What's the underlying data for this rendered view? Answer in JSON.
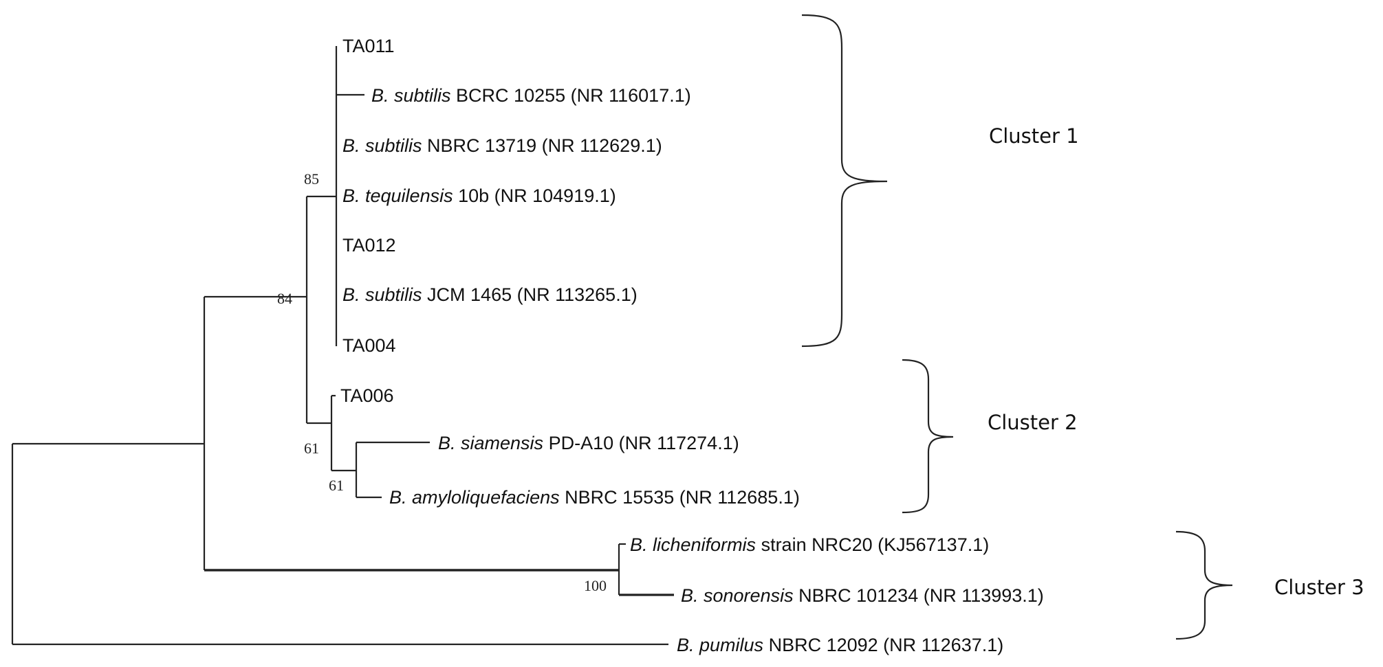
{
  "tree": {
    "taxa": [
      {
        "id": "ta011",
        "species": "",
        "strain": "TA011"
      },
      {
        "id": "subtilis-bcrc",
        "species": "B. subtilis",
        "strain": " BCRC 10255 (NR 116017.1)"
      },
      {
        "id": "subtilis-nbrc",
        "species": "B. subtilis",
        "strain": " NBRC 13719 (NR 112629.1)"
      },
      {
        "id": "tequilensis",
        "species": "B. tequilensis",
        "strain": " 10b (NR 104919.1)"
      },
      {
        "id": "ta012",
        "species": "",
        "strain": "TA012"
      },
      {
        "id": "subtilis-jcm",
        "species": "B. subtilis",
        "strain": " JCM 1465 (NR 113265.1)"
      },
      {
        "id": "ta004",
        "species": "",
        "strain": "TA004"
      },
      {
        "id": "ta006",
        "species": "",
        "strain": "TA006"
      },
      {
        "id": "siamensis",
        "species": "B. siamensis",
        "strain": " PD-A10 (NR 117274.1)"
      },
      {
        "id": "amyloliquefaciens",
        "species": "B. amyloliquefaciens",
        "strain": " NBRC 15535 (NR 112685.1)"
      },
      {
        "id": "licheniformis",
        "species": "B. licheniformis",
        "strain": " strain NRC20 (KJ567137.1)"
      },
      {
        "id": "sonorensis",
        "species": "B. sonorensis",
        "strain": " NBRC 101234 (NR 113993.1)"
      },
      {
        "id": "pumilus",
        "species": "B. pumilus",
        "strain": " NBRC 12092 (NR 112637.1)"
      }
    ],
    "bootstrap": [
      {
        "id": "cluster1-node",
        "value": "85"
      },
      {
        "id": "subtilis-siamensis-node",
        "value": "84"
      },
      {
        "id": "cluster2-node",
        "value": "61"
      },
      {
        "id": "siamensis-amylo-node",
        "value": "61"
      },
      {
        "id": "licheniformis-sonorensis-node",
        "value": "100"
      }
    ],
    "clusters": [
      {
        "id": "cluster-1",
        "label": "Cluster 1"
      },
      {
        "id": "cluster-2",
        "label": "Cluster 2"
      },
      {
        "id": "cluster-3",
        "label": "Cluster 3"
      }
    ]
  }
}
